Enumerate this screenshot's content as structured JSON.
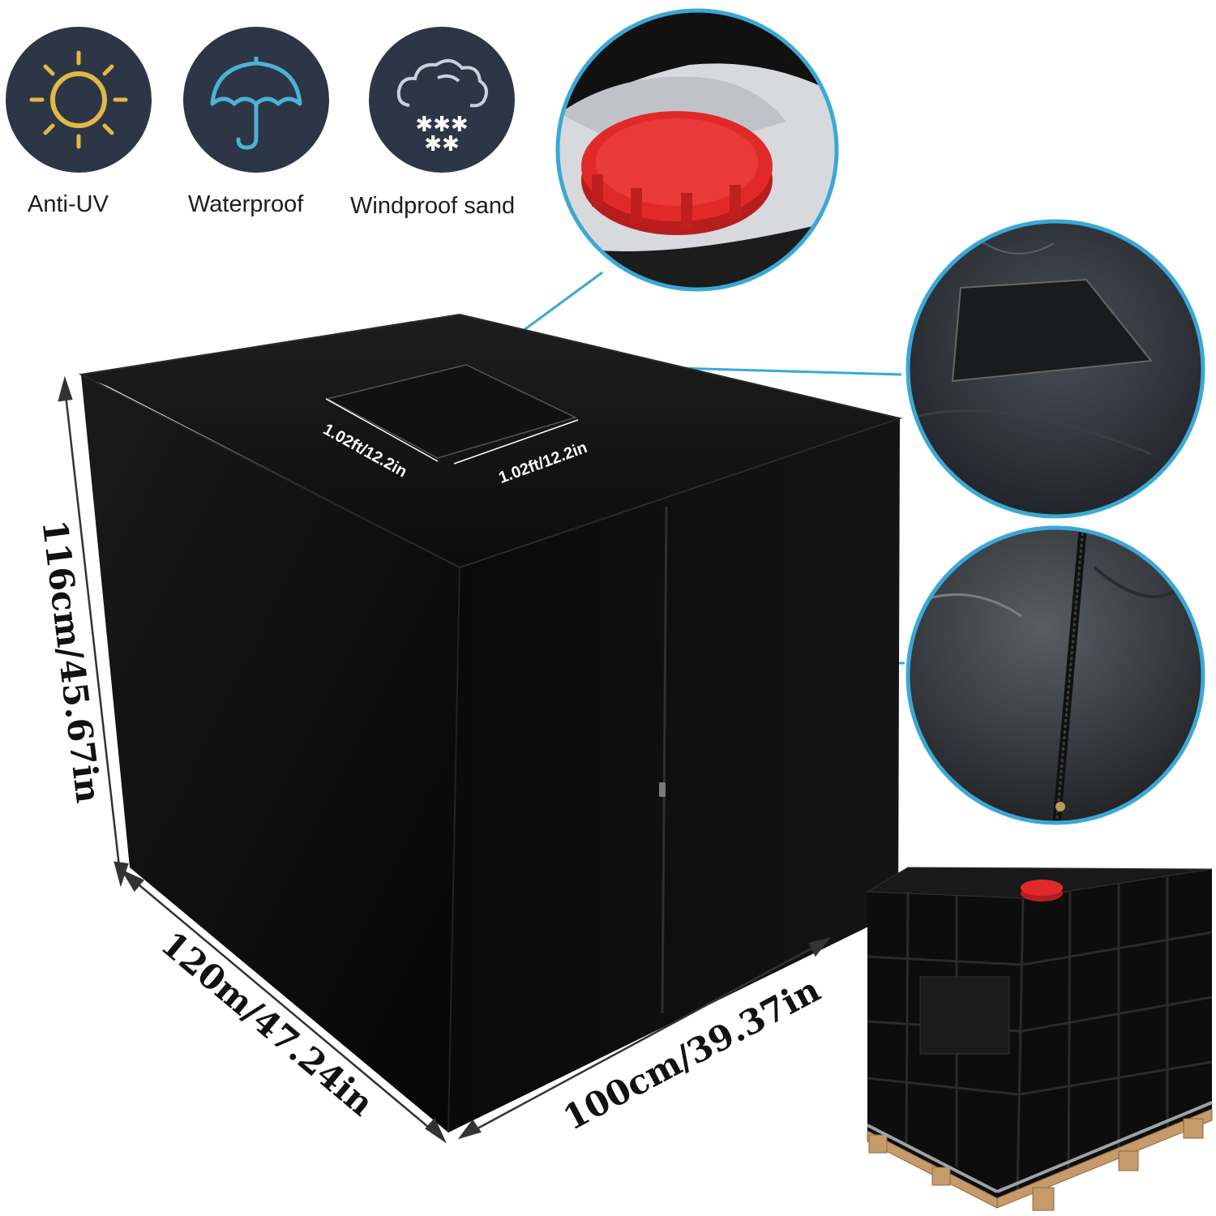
{
  "features": [
    {
      "label": "Anti-UV",
      "icon": "sun-icon"
    },
    {
      "label": "Waterproof",
      "icon": "umbrella-icon"
    },
    {
      "label": "Windproof sand",
      "icon": "snow-cloud-icon"
    }
  ],
  "dimensions": {
    "height": "116cm/45.67in",
    "length": "120m/47.24in",
    "width": "100cm/39.37in",
    "window_side_a": "1.02ft/12.2in",
    "window_side_b": "1.02ft/12.2in"
  },
  "colors": {
    "icon_circle": "#2d3646",
    "sun": "#e0b843",
    "umbrella": "#4bb2d6",
    "cloud": "#c9d1da",
    "callout": "#3aa8d6",
    "cover": "#0b0b0b",
    "cap": "#e2292a"
  }
}
